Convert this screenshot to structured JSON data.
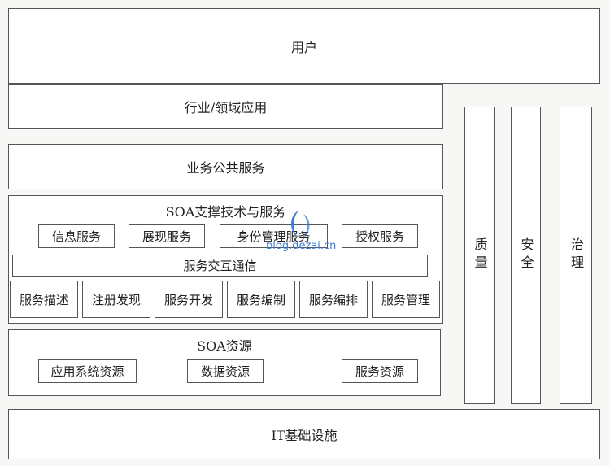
{
  "layers": {
    "users": "用户",
    "industry": "行业/领域应用",
    "business": "业务公共服务",
    "infrastructure": "IT基础设施"
  },
  "soa_support": {
    "title": "SOA支撑技术与服务",
    "row1": [
      "信息服务",
      "展现服务",
      "身份管理服务",
      "授权服务"
    ],
    "interaction": "服务交互通信",
    "row3": [
      "服务描述",
      "注册发现",
      "服务开发",
      "服务编制",
      "服务编排",
      "服务管理"
    ]
  },
  "soa_resources": {
    "title": "SOA资源",
    "items": [
      "应用系统资源",
      "数据资源",
      "服务资源"
    ]
  },
  "side": {
    "quality": "质量",
    "security": "安全",
    "governance": "治理"
  },
  "watermark": {
    "text": "blog.dezai.cn"
  }
}
